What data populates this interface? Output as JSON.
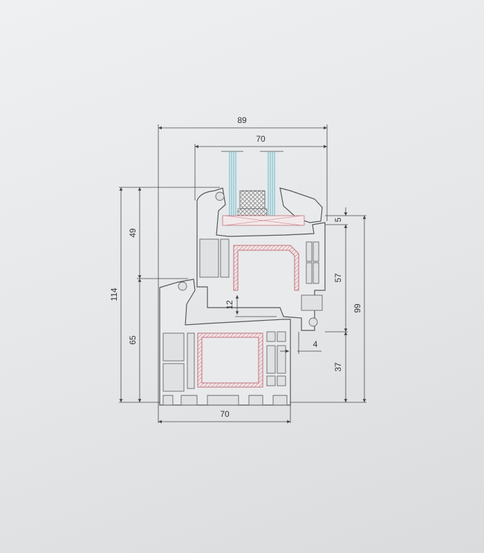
{
  "drawing": {
    "subject": "window-profile-cross-section",
    "colors": {
      "outline": "#555555",
      "glass": "#5fb8c8",
      "reinforcement": "#c0707a",
      "background": "#e6e7e9"
    },
    "dimensions": {
      "overall_width": "89",
      "sash_width": "70",
      "sash_height": "49",
      "total_height": "114",
      "frame_height": "65",
      "gasket_gap": "5",
      "sash_to_frame": "57",
      "right_total": "99",
      "overlap": "12",
      "rebate": "4",
      "frame_right": "37",
      "frame_width": "70"
    }
  }
}
